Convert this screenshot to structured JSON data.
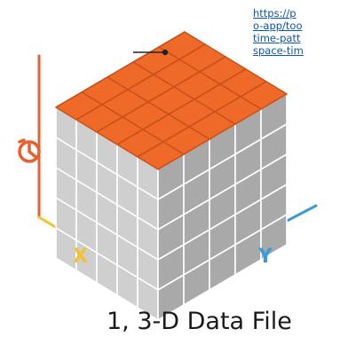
{
  "link": {
    "lines": [
      "https://p",
      "o-app/too",
      "time-patt",
      "space-tim"
    ]
  },
  "axes": {
    "x_label": "X",
    "y_label": "Y",
    "time_icon": "clock-icon"
  },
  "cube": {
    "rows": 5,
    "cols": 5,
    "layers": 5
  },
  "caption": "1, 3-D Data File",
  "colors": {
    "top_face": "#ef6a28",
    "top_face_edge": "#c9521a",
    "left_face": "#cfcfcf",
    "right_face": "#a9a9a9",
    "cell_edge": "#ffffff",
    "time_axis": "#e8612c",
    "x_axis": "#f2c230",
    "y_axis": "#3a9bd8",
    "pointer": "#222222"
  }
}
